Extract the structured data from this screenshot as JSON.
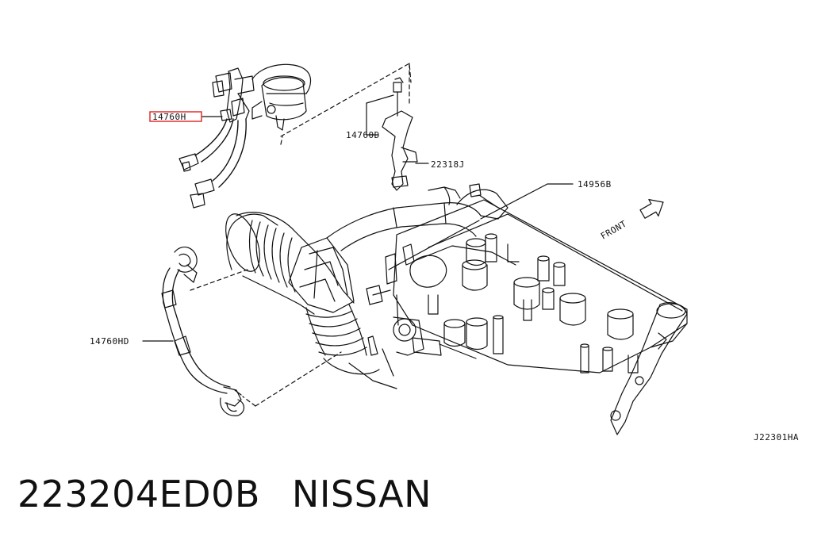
{
  "diagram": {
    "callouts": {
      "highlighted": "14760H",
      "bracket": "14760D",
      "clip": "22318J",
      "hose_14956": "14956B",
      "hose_lower": "14760HD"
    },
    "front_label": "FRONT",
    "diagram_code": "J22301HA",
    "highlight_color": "#e02020"
  },
  "footer": {
    "part_number": "223204ED0B",
    "brand": "NISSAN"
  }
}
